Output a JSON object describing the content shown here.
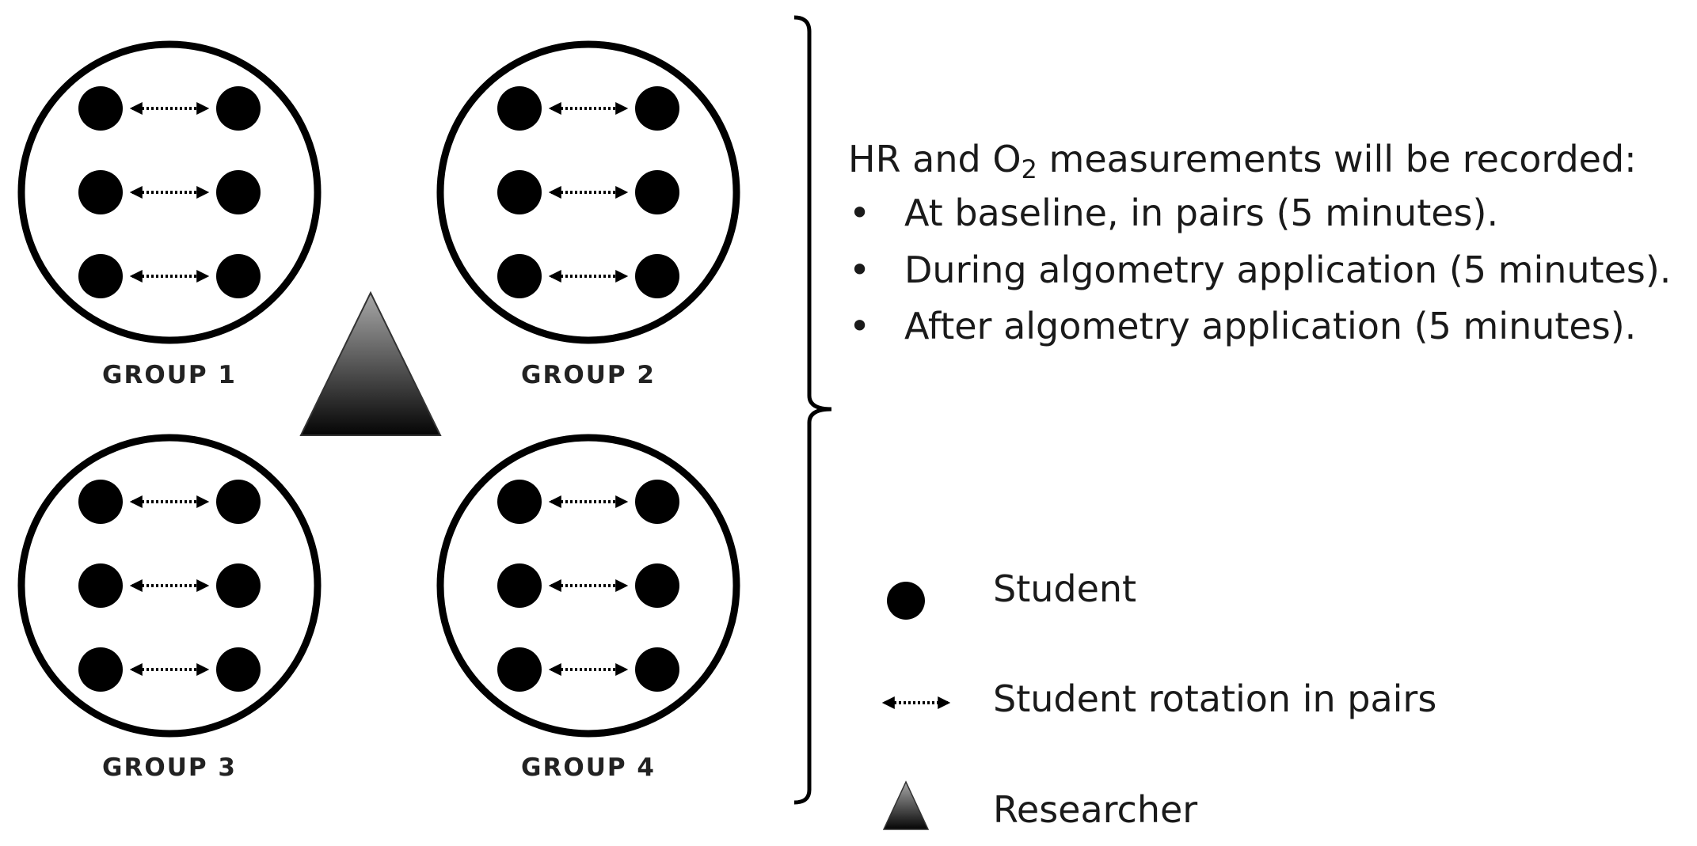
{
  "groups": [
    {
      "label": "GROUP 1"
    },
    {
      "label": "GROUP 2"
    },
    {
      "label": "GROUP 3"
    },
    {
      "label": "GROUP 4"
    }
  ],
  "measurements": {
    "heading_prefix": "HR and O",
    "heading_subscript": "2",
    "heading_suffix": " measurements will be recorded:",
    "bullet_glyph": "•",
    "items": [
      "At baseline, in pairs (5 minutes).",
      "During algometry application (5 minutes).",
      "After algometry application (5 minutes)."
    ]
  },
  "legend": [
    {
      "icon": "student-dot-icon",
      "label": "Student"
    },
    {
      "icon": "rotation-arrow-icon",
      "label": "Student rotation in pairs"
    },
    {
      "icon": "researcher-triangle-icon",
      "label": "Researcher"
    }
  ],
  "colors": {
    "mark": "#000000",
    "triangle_top": "#9a9a9a",
    "triangle_bottom": "#0a0a0a"
  }
}
